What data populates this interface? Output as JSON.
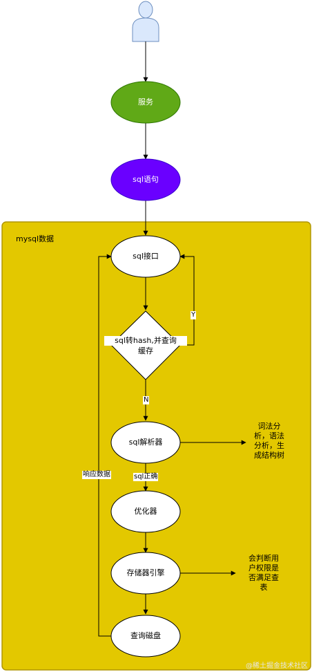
{
  "container": {
    "label": "mysql数据",
    "fill": "#e3c800",
    "stroke": "#b09500"
  },
  "nodes": {
    "user": {
      "fill": "#dae8fc",
      "stroke": "#6c8ebf"
    },
    "service": {
      "label": "服务",
      "fill": "#60a917",
      "stroke": "#2d7600",
      "text_color": "#ffffff"
    },
    "sql_statement": {
      "label": "sql语句",
      "fill": "#6a00ff",
      "stroke": "#3700cc",
      "text_color": "#ffffff"
    },
    "sql_interface": {
      "label": "sql接口"
    },
    "hash_check": {
      "line1": "sql转hash,并查询",
      "line2": "缓存"
    },
    "sql_parser": {
      "label": "sql解析器"
    },
    "optimizer": {
      "label": "优化器"
    },
    "storage_engine": {
      "label": "存储器引擎"
    },
    "query_disk": {
      "label": "查询磁盘"
    }
  },
  "edge_labels": {
    "yes": "Y",
    "no": "N",
    "sql_correct": "sql正确",
    "response": "响应数据"
  },
  "notes": {
    "parser_note": [
      "词法分",
      "析，语法",
      "分析，生",
      "成结构树"
    ],
    "engine_note": [
      "会判断用",
      "户权限是",
      "否满足查",
      "表"
    ]
  },
  "watermark": "@稀土掘金技术社区"
}
